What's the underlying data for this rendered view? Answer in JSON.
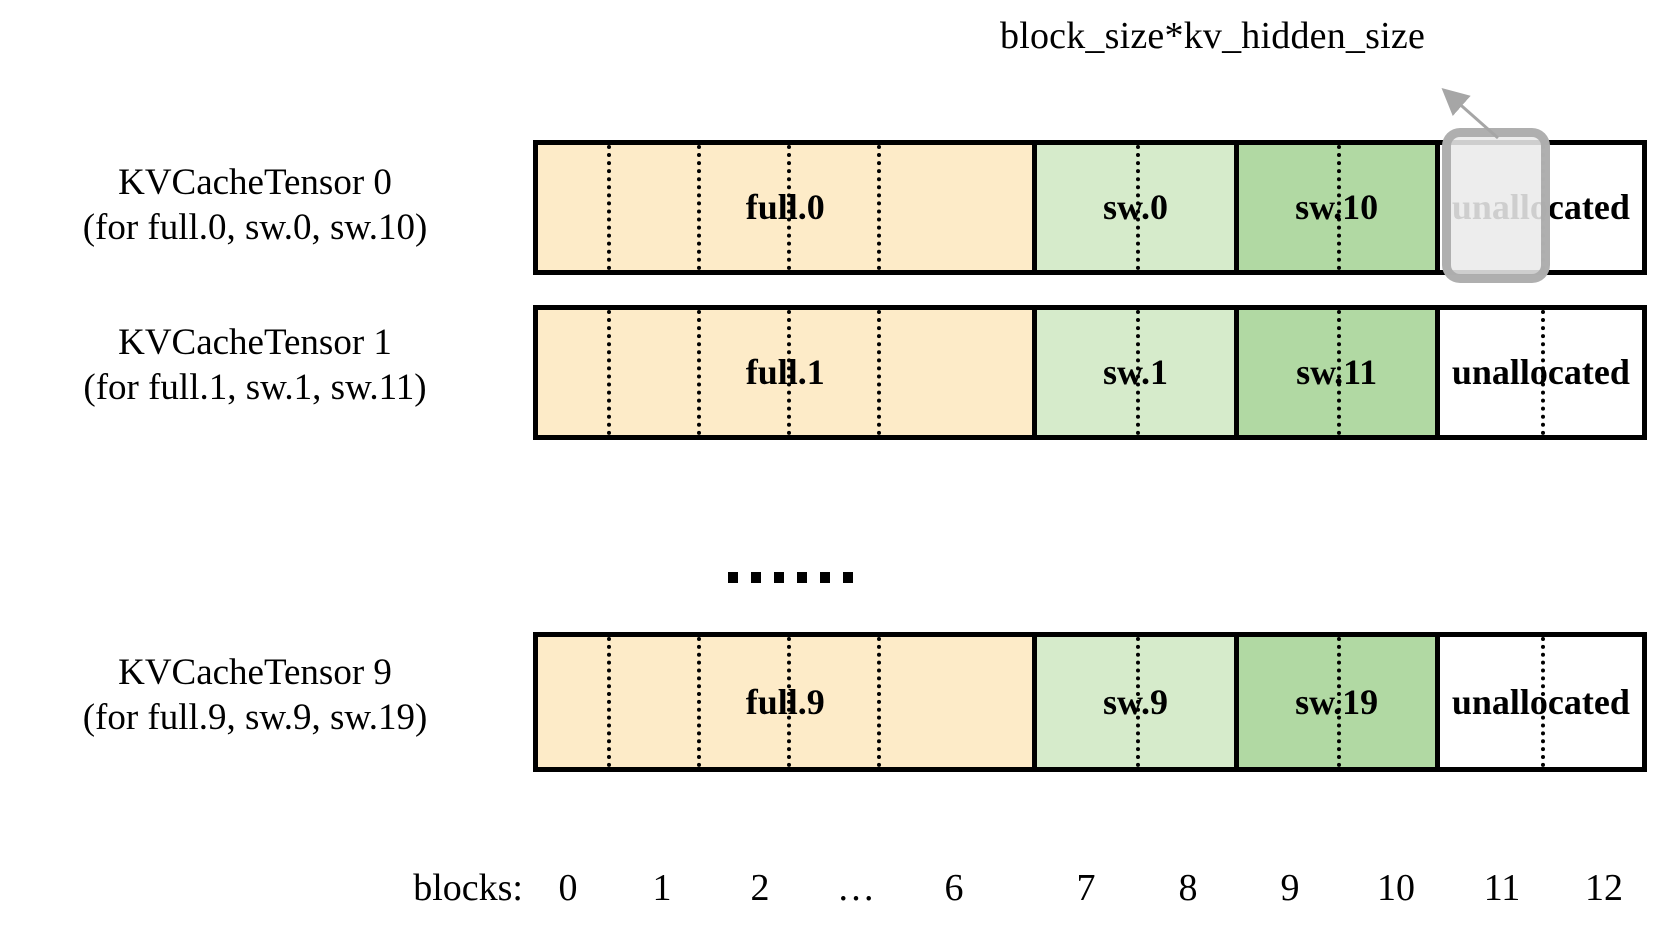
{
  "diagram": {
    "callout": {
      "label": "block_size*kv_hidden_size",
      "arrow_icon": "arrow-up-left-icon",
      "highlight_target_block": "11"
    },
    "rows": [
      {
        "id": "kvcachetensor-0",
        "label_line1": "KVCacheTensor 0",
        "label_line2": "(for full.0, sw.0, sw.10)",
        "segments": [
          {
            "key": "full",
            "text": "full.0",
            "color": "#fdebc8",
            "blocks": 7
          },
          {
            "key": "sw0",
            "text": "sw.0",
            "color": "#d6ebcb",
            "blocks": 2
          },
          {
            "key": "sw1",
            "text": "sw.10",
            "color": "#b1d9a3",
            "blocks": 2
          },
          {
            "key": "un",
            "text": "unallocated",
            "color": "#ffffff",
            "blocks": 2
          }
        ]
      },
      {
        "id": "kvcachetensor-1",
        "label_line1": "KVCacheTensor 1",
        "label_line2": "(for full.1, sw.1, sw.11)",
        "segments": [
          {
            "key": "full",
            "text": "full.1",
            "color": "#fdebc8",
            "blocks": 7
          },
          {
            "key": "sw0",
            "text": "sw.1",
            "color": "#d6ebcb",
            "blocks": 2
          },
          {
            "key": "sw1",
            "text": "sw.11",
            "color": "#b1d9a3",
            "blocks": 2
          },
          {
            "key": "un",
            "text": "unallocated",
            "color": "#ffffff",
            "blocks": 2
          }
        ]
      },
      {
        "id": "kvcachetensor-9",
        "label_line1": "KVCacheTensor 9",
        "label_line2": "(for full.9, sw.9, sw.19)",
        "segments": [
          {
            "key": "full",
            "text": "full.9",
            "color": "#fdebc8",
            "blocks": 7
          },
          {
            "key": "sw0",
            "text": "sw.9",
            "color": "#d6ebcb",
            "blocks": 2
          },
          {
            "key": "sw1",
            "text": "sw.19",
            "color": "#b1d9a3",
            "blocks": 2
          },
          {
            "key": "un",
            "text": "unallocated",
            "color": "#ffffff",
            "blocks": 2
          }
        ]
      }
    ],
    "vertical_ellipsis": "......",
    "axis": {
      "title": "blocks:",
      "ticks": [
        "0",
        "1",
        "2",
        "…",
        "6",
        "7",
        "8",
        "9",
        "10",
        "11",
        "12"
      ]
    },
    "colors": {
      "full_attention": "#fdebc8",
      "sliding_window_light": "#d6ebcb",
      "sliding_window_dark": "#b1d9a3",
      "unallocated": "#ffffff",
      "outline": "#000000",
      "highlight": "#aaaaaa"
    }
  }
}
